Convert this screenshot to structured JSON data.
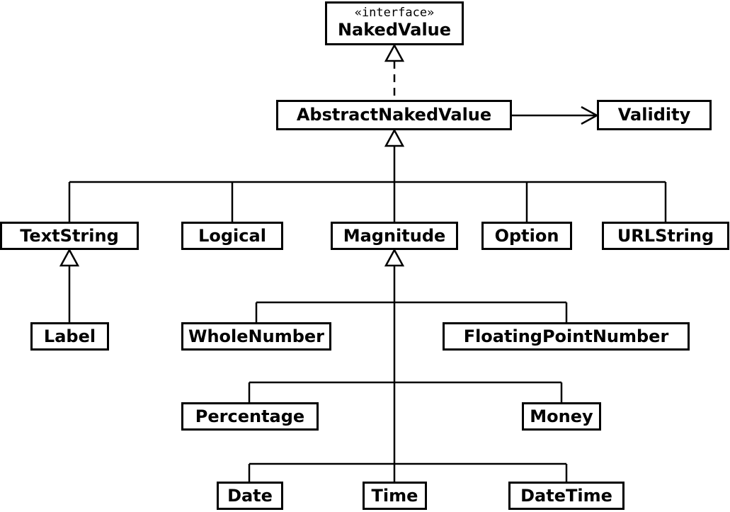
{
  "diagram": {
    "classes": {
      "naked_value": {
        "stereotype": "«interface»",
        "name": "NakedValue"
      },
      "abstract_naked_value": {
        "name": "AbstractNakedValue"
      },
      "validity": {
        "name": "Validity"
      },
      "text_string": {
        "name": "TextString"
      },
      "logical": {
        "name": "Logical"
      },
      "magnitude": {
        "name": "Magnitude"
      },
      "option": {
        "name": "Option"
      },
      "url_string": {
        "name": "URLString"
      },
      "label": {
        "name": "Label"
      },
      "whole_number": {
        "name": "WholeNumber"
      },
      "floating_point_number": {
        "name": "FloatingPointNumber"
      },
      "percentage": {
        "name": "Percentage"
      },
      "money": {
        "name": "Money"
      },
      "date": {
        "name": "Date"
      },
      "time": {
        "name": "Time"
      },
      "date_time": {
        "name": "DateTime"
      }
    },
    "relationships": [
      {
        "type": "realization",
        "from": "AbstractNakedValue",
        "to": "NakedValue"
      },
      {
        "type": "association",
        "from": "AbstractNakedValue",
        "to": "Validity"
      },
      {
        "type": "generalization",
        "to": "AbstractNakedValue",
        "from": [
          "TextString",
          "Logical",
          "Magnitude",
          "Option",
          "URLString"
        ]
      },
      {
        "type": "generalization",
        "to": "TextString",
        "from": [
          "Label"
        ]
      },
      {
        "type": "generalization",
        "to": "Magnitude",
        "from": [
          "WholeNumber",
          "FloatingPointNumber",
          "Percentage",
          "Money",
          "Date",
          "Time",
          "DateTime"
        ]
      }
    ],
    "colors": {
      "stroke": "#000000",
      "fill": "#ffffff"
    }
  }
}
